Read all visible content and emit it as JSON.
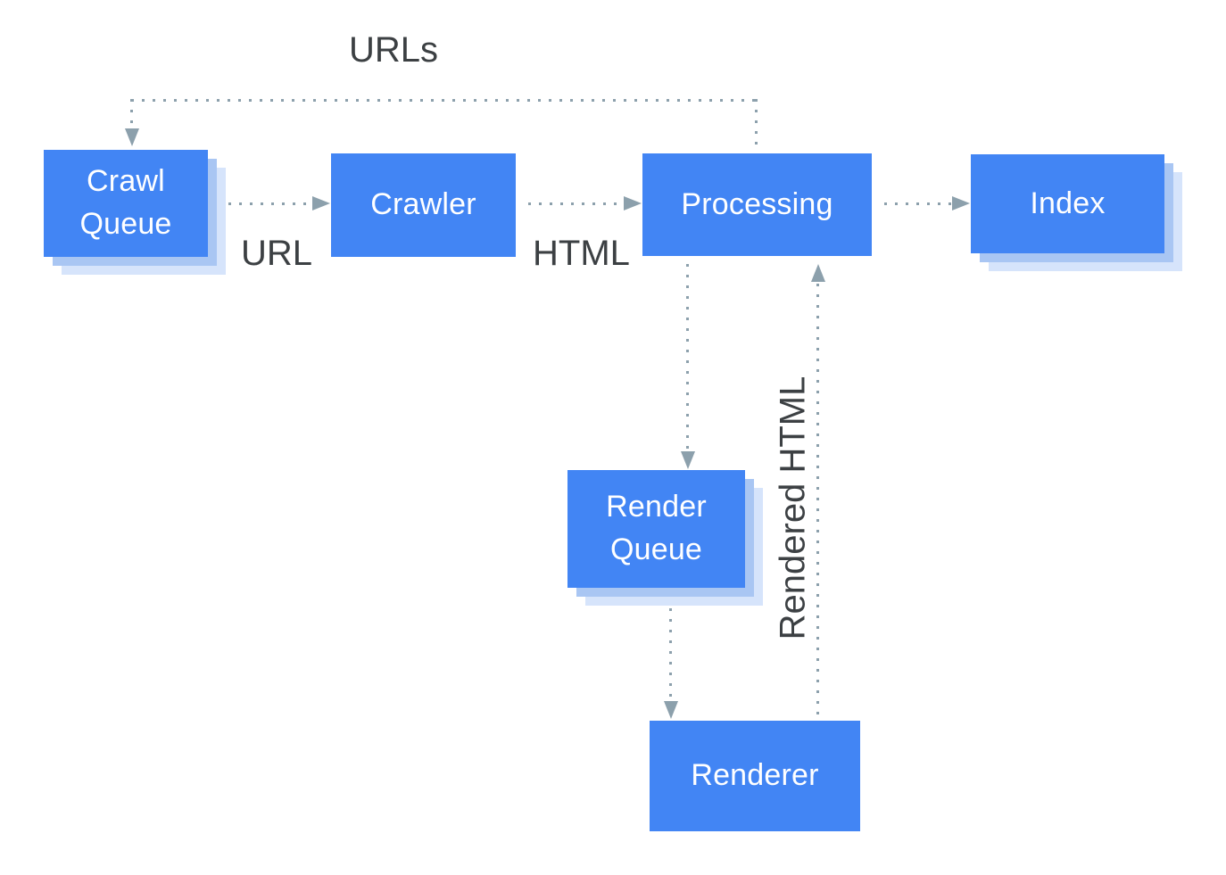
{
  "diagram": {
    "nodes": {
      "crawl_queue": {
        "label": "Crawl Queue"
      },
      "crawler": {
        "label": "Crawler"
      },
      "processing": {
        "label": "Processing"
      },
      "index": {
        "label": "Index"
      },
      "render_queue": {
        "label": "Render Queue"
      },
      "renderer": {
        "label": "Renderer"
      }
    },
    "edge_labels": {
      "urls": "URLs",
      "url": "URL",
      "html": "HTML",
      "rendered_html": "Rendered HTML"
    },
    "colors": {
      "node_fill": "#4285F4",
      "node_text": "#FFFFFF",
      "shadow_inner": "#A9C6F3",
      "shadow_outer": "#D6E4FB",
      "connector": "#8CA0AC",
      "label_text": "#3C4043",
      "background": "#FFFFFF"
    }
  }
}
